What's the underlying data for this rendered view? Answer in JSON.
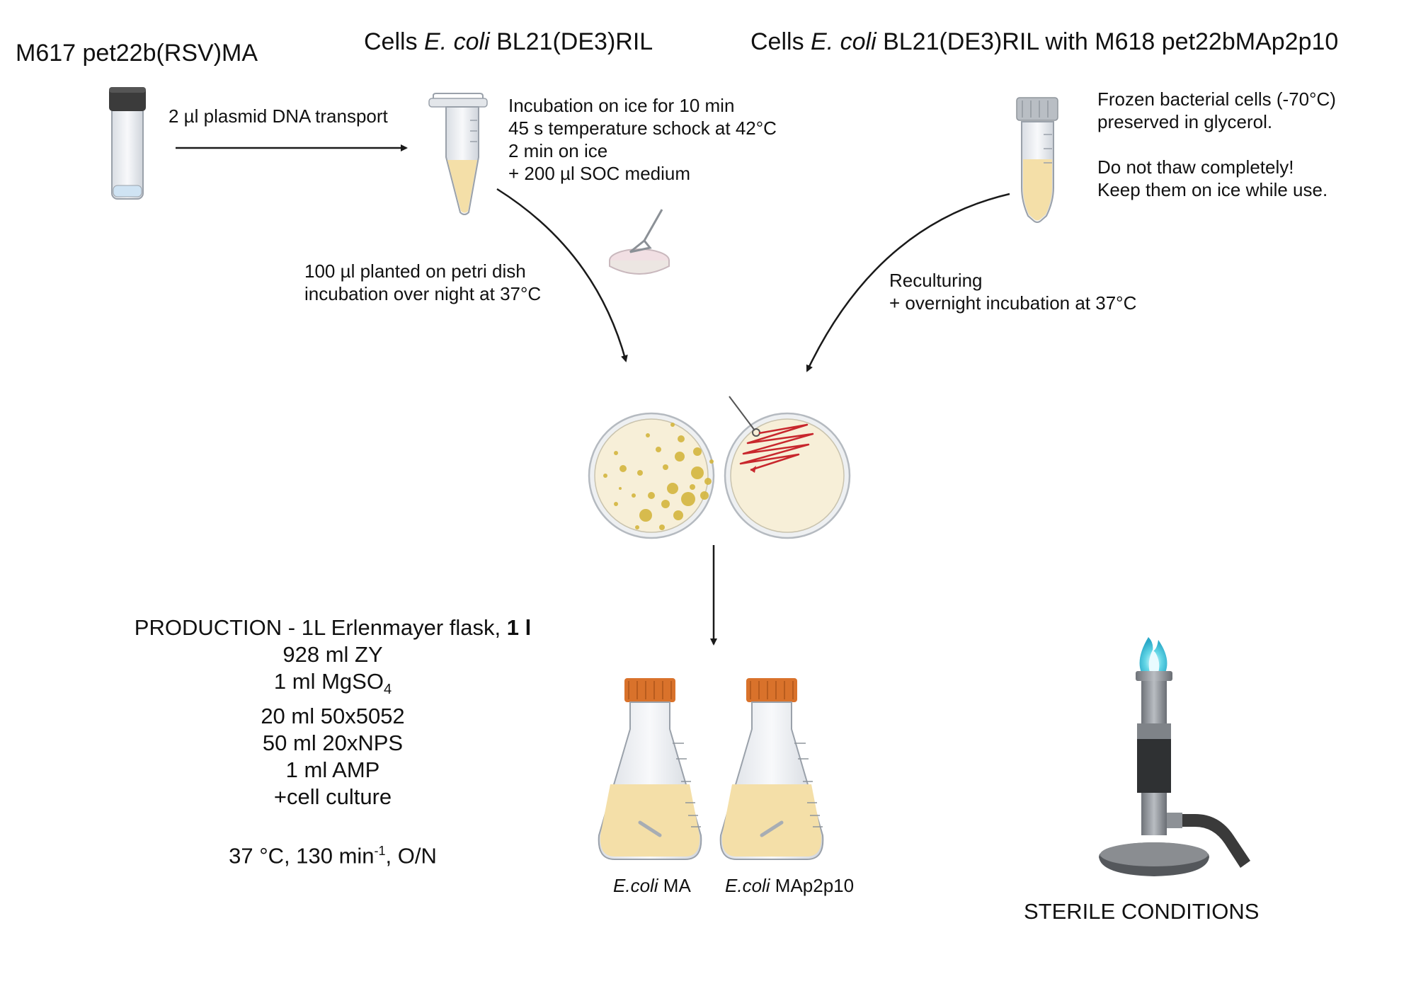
{
  "headings": {
    "plasmid": "M617 pet22b(RSV)MA",
    "cells_prefix": "Cells ",
    "cells_species": "E. coli",
    "cells_strain": " BL21(DE3)RIL",
    "cells2_prefix": "Cells ",
    "cells2_species": "E. coli",
    "cells2_strain": " BL21(DE3)RIL with M618 pet22bMAp2p10"
  },
  "steps": {
    "transport": "2 µl plasmid DNA transport",
    "transformation": "Incubation on ice for 10 min\n45 s temperature schock at 42°C\n2 min on ice\n+ 200 µl SOC medium",
    "frozen": "Frozen bacterial cells (-70°C)\npreserved in glycerol.\n\nDo not thaw completely!\nKeep them on ice while use.",
    "plating": "100 µl planted on petri dish\nincubation over night at 37°C",
    "reculturing": "Reculturing\n+ overnight incubation at 37°C"
  },
  "production": {
    "title_text": "PRODUCTION - 1L Erlenmayer flask, ",
    "title_bold": "1 l",
    "line1": "928 ml ZY",
    "line2_text": "1 ml MgSO",
    "line2_sub": "4",
    "line3": "20 ml 50x5052",
    "line4": "50 ml 20xNPS",
    "line5": "1 ml AMP",
    "line6": "+cell culture",
    "cond_a": "37 °C, 130 min",
    "cond_sup": "-1",
    "cond_b": ", O/N"
  },
  "flasks": {
    "left_species": "E.coli",
    "left_name": " MA",
    "right_species": "E.coli",
    "right_name": " MAp2p10"
  },
  "burner": {
    "label": "STERILE CONDITIONS"
  },
  "colors": {
    "medium": "#f4dfa8",
    "agar": "#f7efd8",
    "colony": "#d4b63f",
    "streak": "#c8272d",
    "cap_orange": "#d9722b",
    "cap_dark": "#3a3a3a",
    "flame": "#3fc8d8"
  }
}
